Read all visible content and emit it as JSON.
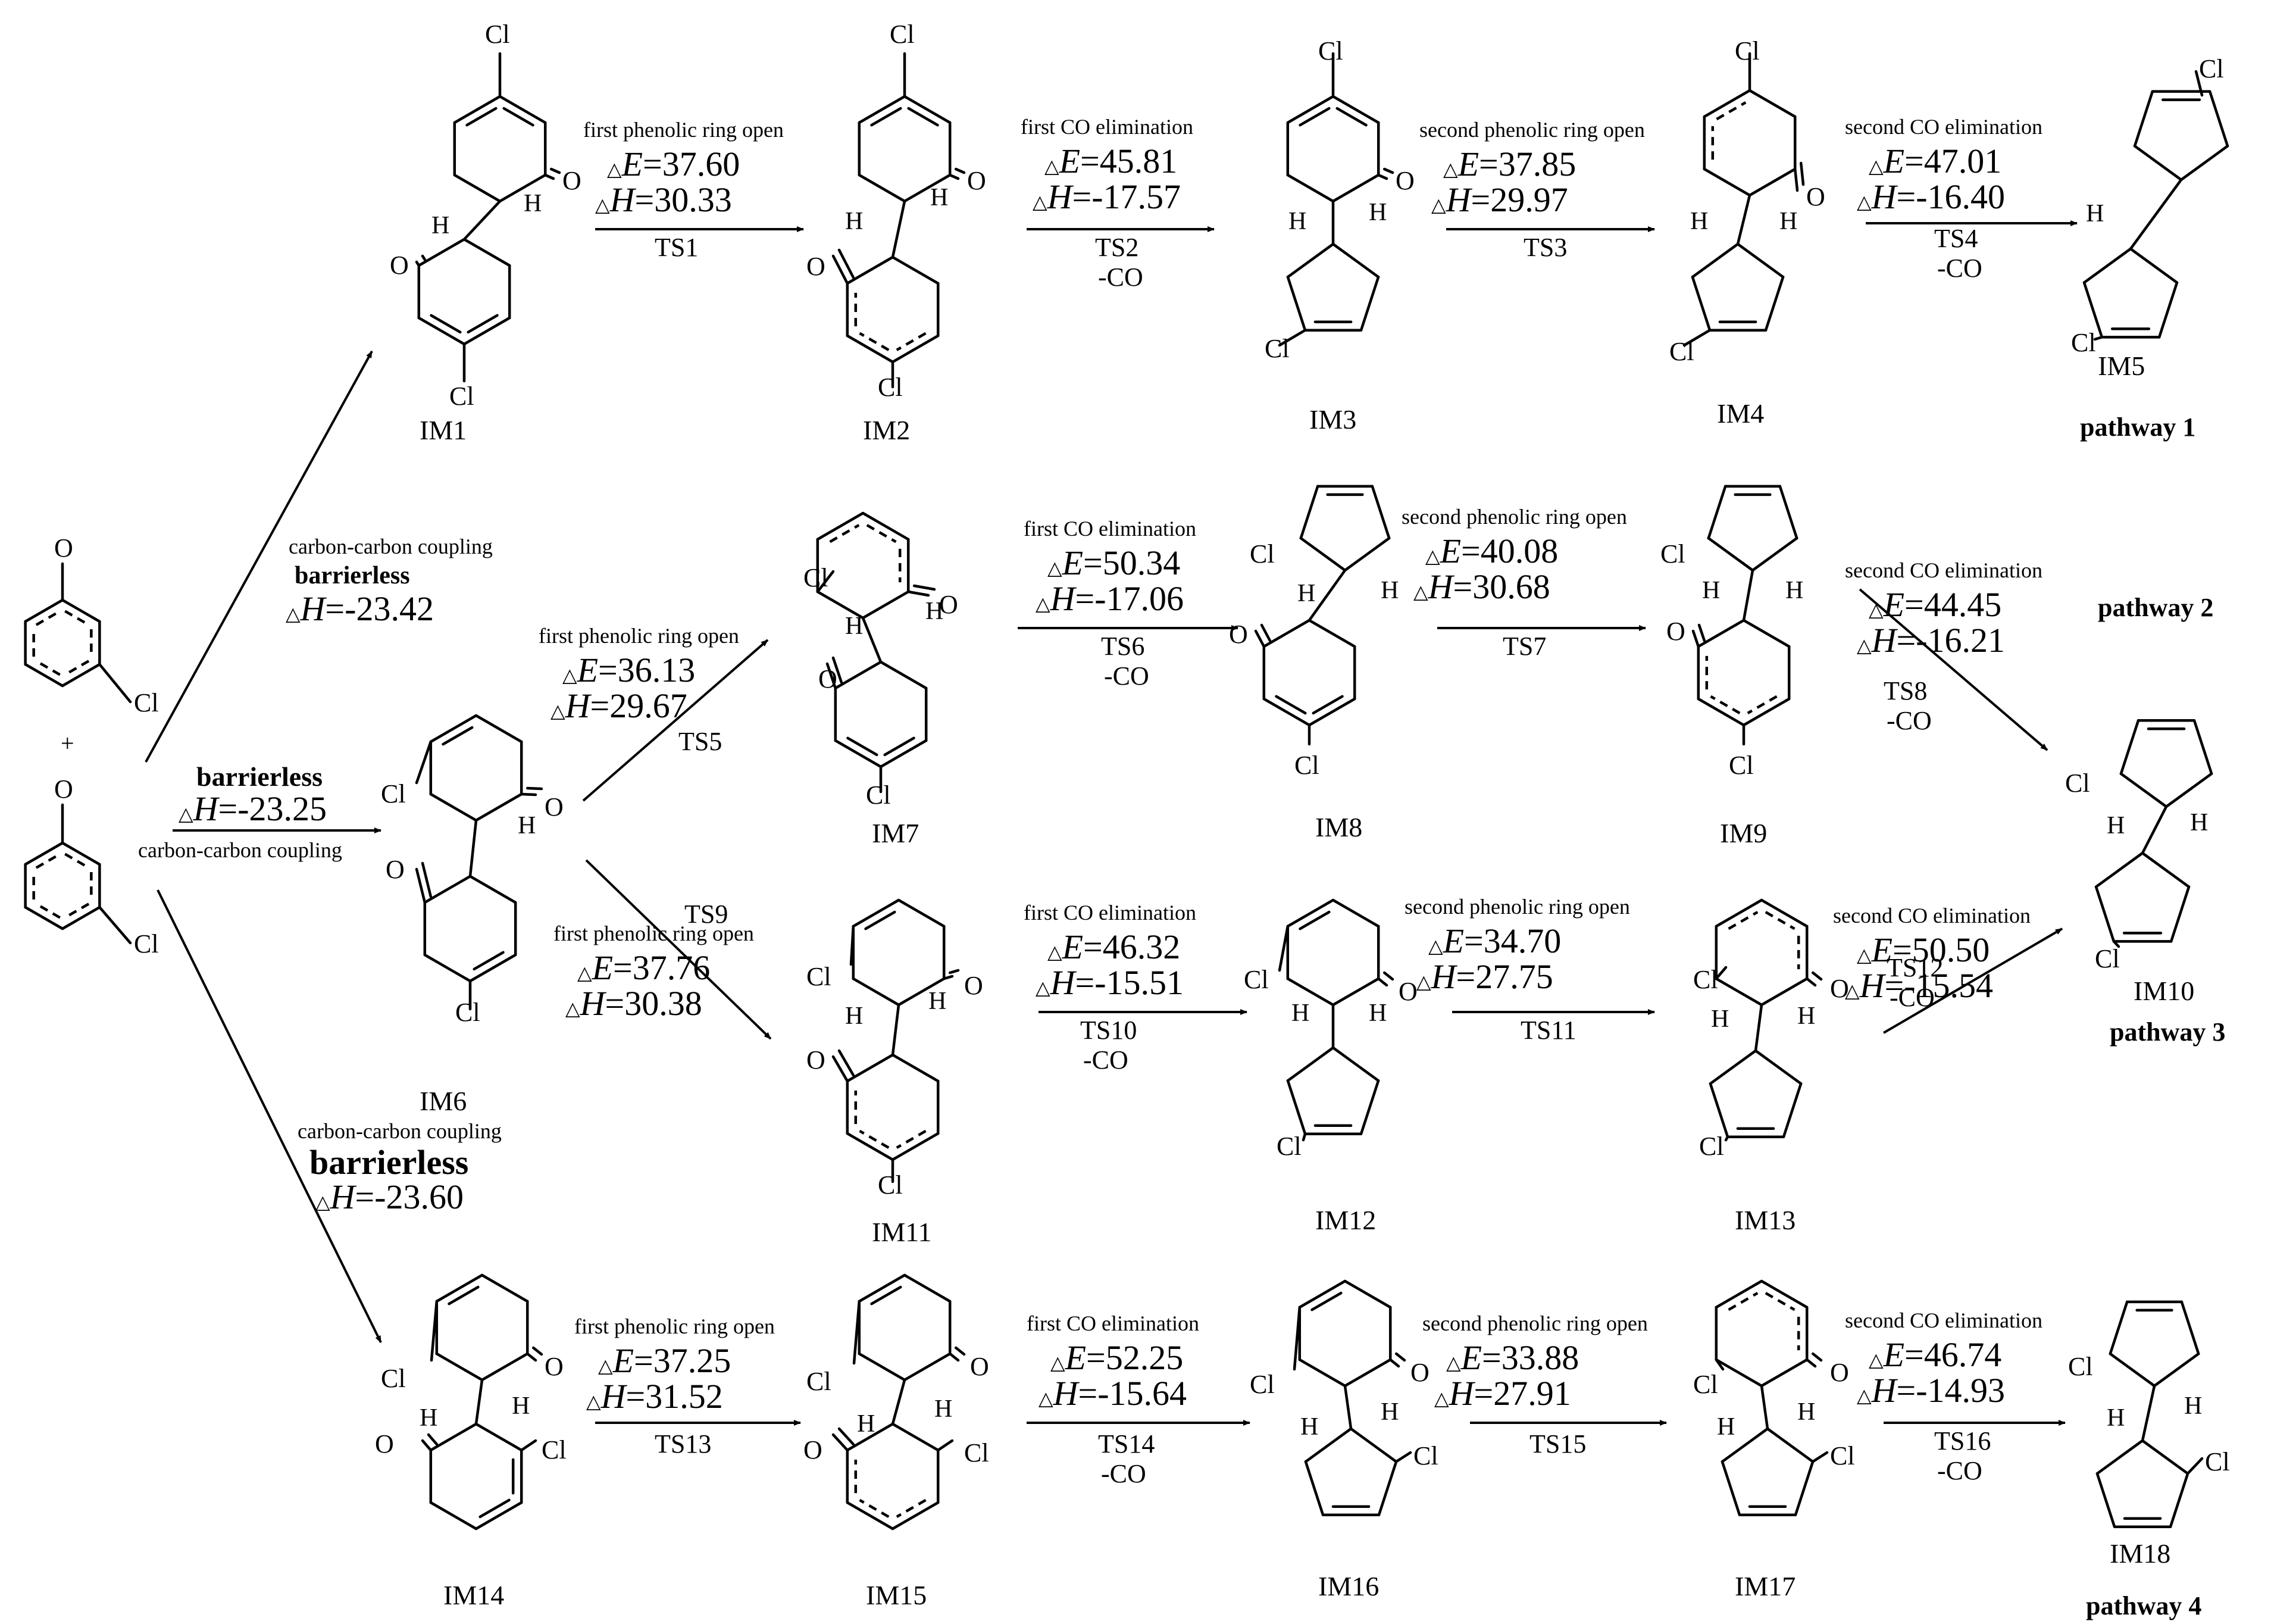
{
  "reactants": {
    "top_cl": "Cl",
    "top_o": "O",
    "plus": "+",
    "bottom_cl": "Cl",
    "bottom_o": "O"
  },
  "entry_steps": {
    "path1": {
      "name": "carbon-carbon coupling",
      "barrier": "barrierless",
      "dH": "-23.42"
    },
    "path23": {
      "name": "carbon-carbon coupling",
      "barrier": "barrierless",
      "dH": "-23.25"
    },
    "path4": {
      "name": "carbon-carbon coupling",
      "barrier": "barrierless",
      "dH": "-23.60"
    }
  },
  "symbols": {
    "delta": "△",
    "E": "E",
    "H": "H",
    "eq": "=",
    "co": "-CO",
    "cl": "Cl",
    "o": "O",
    "h": "H"
  },
  "intermediates": [
    "IM1",
    "IM2",
    "IM3",
    "IM4",
    "IM5",
    "IM6",
    "IM7",
    "IM8",
    "IM9",
    "IM10",
    "IM11",
    "IM12",
    "IM13",
    "IM14",
    "IM15",
    "IM16",
    "IM17",
    "IM18"
  ],
  "pathway_labels": [
    "pathway 1",
    "pathway 2",
    "pathway 3",
    "pathway 4"
  ],
  "steps": [
    {
      "id": "s1",
      "label": "first phenolic ring open",
      "dE": "37.60",
      "dH": "30.33",
      "ts": "TS1",
      "co": ""
    },
    {
      "id": "s2",
      "label": "first CO elimination",
      "dE": "45.81",
      "dH": "-17.57",
      "ts": "TS2",
      "co": "-CO"
    },
    {
      "id": "s3",
      "label": "second phenolic ring open",
      "dE": "37.85",
      "dH": "29.97",
      "ts": "TS3",
      "co": ""
    },
    {
      "id": "s4",
      "label": "second CO elimination",
      "dE": "47.01",
      "dH": "-16.40",
      "ts": "TS4",
      "co": "-CO"
    },
    {
      "id": "s5",
      "label": "first phenolic ring open",
      "dE": "36.13",
      "dH": "29.67",
      "ts": "TS5",
      "co": ""
    },
    {
      "id": "s6",
      "label": "first CO elimination",
      "dE": "50.34",
      "dH": "-17.06",
      "ts": "TS6",
      "co": "-CO"
    },
    {
      "id": "s7",
      "label": "second phenolic ring open",
      "dE": "40.08",
      "dH": "30.68",
      "ts": "TS7",
      "co": ""
    },
    {
      "id": "s8",
      "label": "second CO elimination",
      "dE": "44.45",
      "dH": "-16.21",
      "ts": "TS8",
      "co": "-CO"
    },
    {
      "id": "s9",
      "label": "first phenolic ring open",
      "dE": "37.76",
      "dH": "30.38",
      "ts": "TS9",
      "co": ""
    },
    {
      "id": "s10",
      "label": "first CO elimination",
      "dE": "46.32",
      "dH": "-15.51",
      "ts": "TS10",
      "co": "-CO"
    },
    {
      "id": "s11",
      "label": "second phenolic ring open",
      "dE": "34.70",
      "dH": "27.75",
      "ts": "TS11",
      "co": ""
    },
    {
      "id": "s12",
      "label": "second CO elimination",
      "dE": "50.50",
      "dH": "-15.54",
      "ts": "TS12",
      "co": "-CO"
    },
    {
      "id": "s13",
      "label": "first phenolic ring open",
      "dE": "37.25",
      "dH": "31.52",
      "ts": "TS13",
      "co": ""
    },
    {
      "id": "s14",
      "label": "first CO elimination",
      "dE": "52.25",
      "dH": "-15.64",
      "ts": "TS14",
      "co": "-CO"
    },
    {
      "id": "s15",
      "label": "second phenolic ring open",
      "dE": "33.88",
      "dH": "27.91",
      "ts": "TS15",
      "co": ""
    },
    {
      "id": "s16",
      "label": "second CO elimination",
      "dE": "46.74",
      "dH": "-14.93",
      "ts": "TS16",
      "co": "-CO"
    }
  ]
}
